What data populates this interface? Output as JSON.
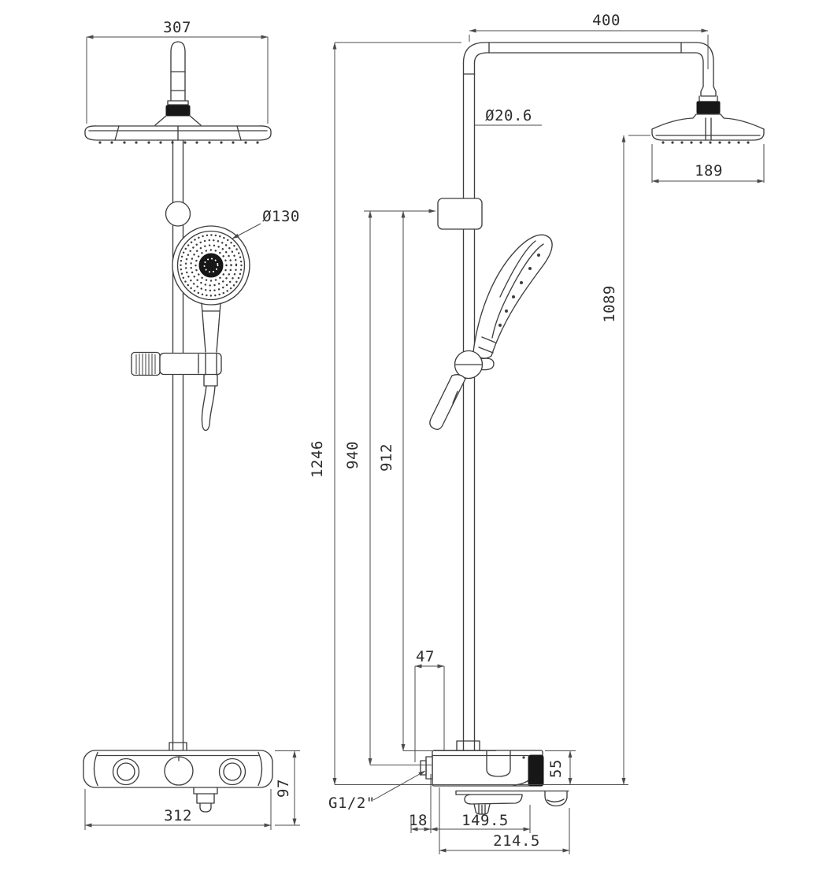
{
  "drawing": {
    "background": "#ffffff",
    "line_color": "#3e3e3e",
    "text_color": "#2d2d2d",
    "views": {
      "front": {
        "label": "front-view",
        "dims": {
          "head_width": "307",
          "hand_shower_dia": "Ø130",
          "valve_width": "312",
          "valve_height": "97"
        }
      },
      "side": {
        "label": "side-view",
        "dims": {
          "arm_reach": "400",
          "pipe_dia": "Ø20.6",
          "head_depth": "189",
          "head_to_base_height": "1089",
          "total_height": "1246",
          "bracket_to_inlet": "940",
          "bracket_to_valve_top": "912",
          "riser_offset": "47",
          "valve_body_height": "55",
          "inlet_thread": "G1/2\"",
          "inlet_offset": "18",
          "spout_reach": "149.5",
          "overall_depth": "214.5"
        }
      }
    }
  }
}
